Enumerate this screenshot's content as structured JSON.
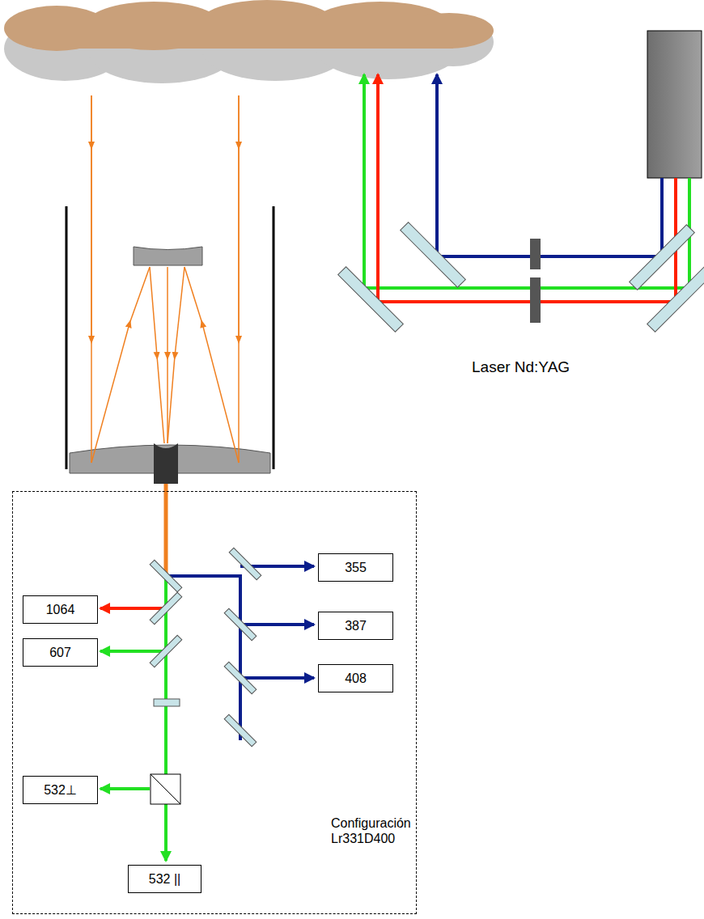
{
  "diagram": {
    "nodes": [
      {
        "text": [
          "Configuración Lr331D400"
        ]
      },
      {
        "text": [
          "1064"
        ],
        "in": 0
      },
      {
        "text": [
          "607"
        ],
        "in": 0
      },
      {
        "text": [
          "532⊥"
        ],
        "in": 0
      },
      {
        "text": [
          "532 ||"
        ],
        "in": 0
      },
      {
        "text": [
          "355"
        ],
        "in": 0
      },
      {
        "text": [
          "387"
        ],
        "in": 0
      },
      {
        "text": [
          "408"
        ],
        "in": 0
      }
    ],
    "labels": [
      "Laser Nd:YAG"
    ]
  }
}
